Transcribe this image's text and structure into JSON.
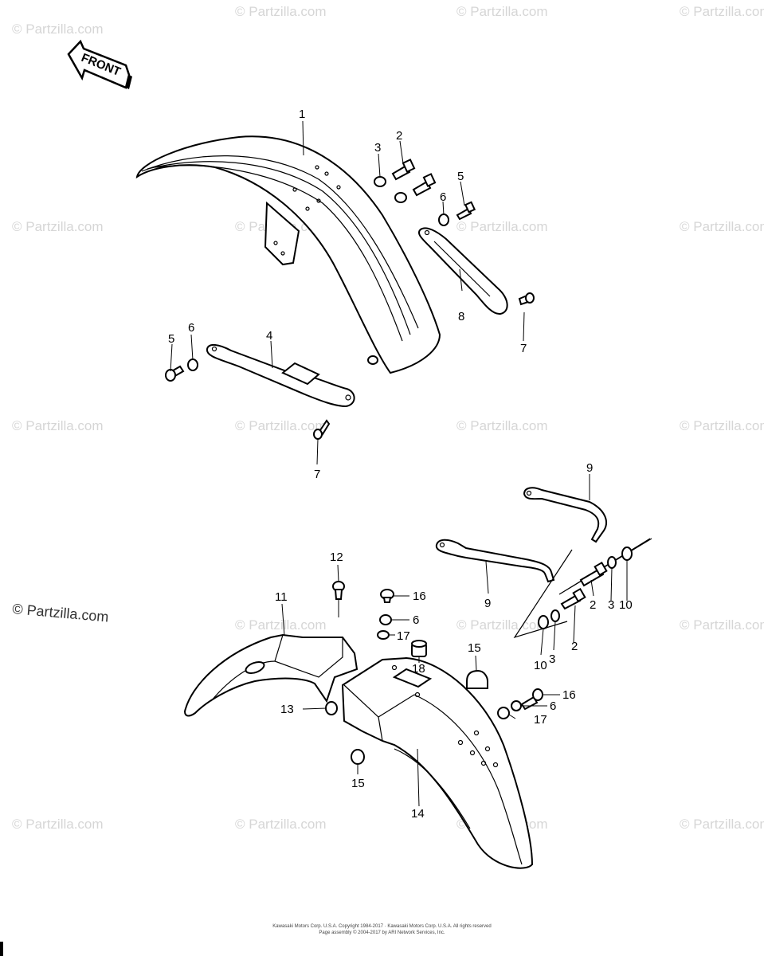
{
  "front_arrow_label": "FRONT",
  "watermark_text": "© Partzilla.com",
  "callouts": {
    "c1": "1",
    "c2a": "2",
    "c3a": "3",
    "c5a": "5",
    "c6a": "6",
    "c8": "8",
    "c7a": "7",
    "c5b": "5",
    "c6b": "6",
    "c4": "4",
    "c7b": "7",
    "c9a": "9",
    "c9b": "9",
    "c2b": "2",
    "c3b": "3",
    "c10a": "10",
    "c2c": "2",
    "c10b": "10",
    "c3c": "3",
    "c12": "12",
    "c11": "11",
    "c16a": "16",
    "c6c": "6",
    "c17a": "17",
    "c18": "18",
    "c15a": "15",
    "c13": "13",
    "c16b": "16",
    "c6d": "6",
    "c17b": "17",
    "c15b": "15",
    "c14": "14"
  },
  "footer": {
    "line1": "Kawasaki Motors Corp. U.S.A. Copyright 1984-2017 · Kawasaki Motors Corp. U.S.A. All rights reserved",
    "line2": "Page assembly © 2004-2017 by ARI Network Services, Inc."
  }
}
